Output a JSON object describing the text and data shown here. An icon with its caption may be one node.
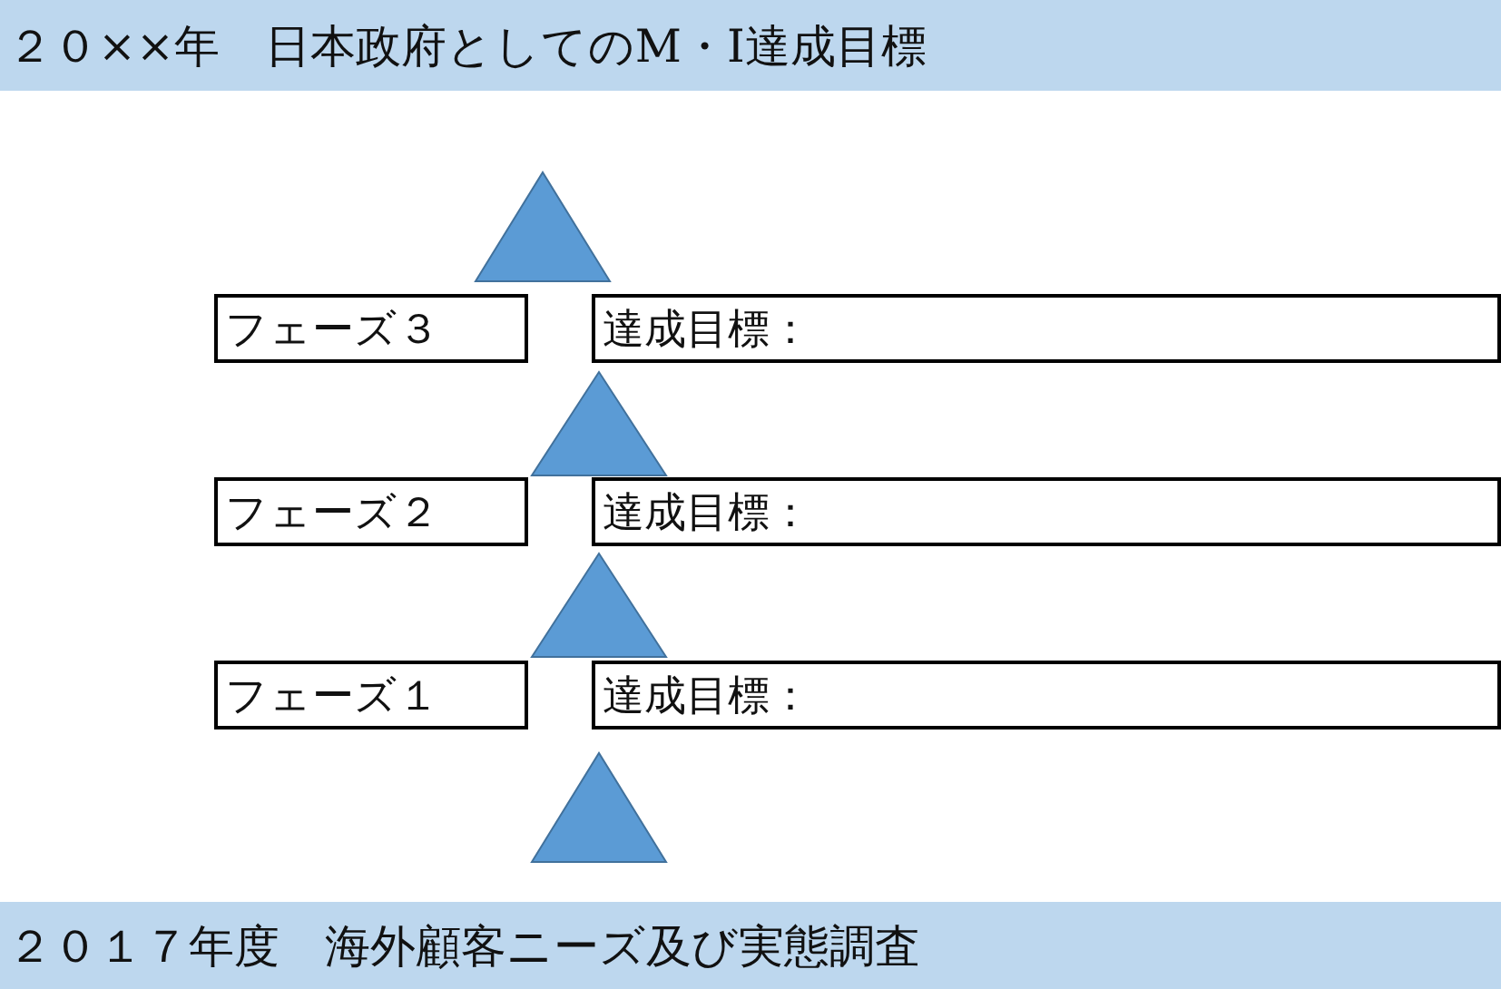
{
  "diagram": {
    "nodes": [
      {
        "text": [
          "２０××年　日本政府としてのM・I達成目標"
        ]
      },
      {
        "text": [
          "フェーズ３"
        ]
      },
      {
        "text": [
          "達成目標："
        ]
      },
      {
        "text": [
          "フェーズ２"
        ]
      },
      {
        "text": [
          "達成目標："
        ]
      },
      {
        "text": [
          "フェーズ１"
        ]
      },
      {
        "text": [
          "達成目標："
        ]
      },
      {
        "text": [
          "２０１７年度　海外顧客ニーズ及び実態調査"
        ]
      }
    ]
  }
}
